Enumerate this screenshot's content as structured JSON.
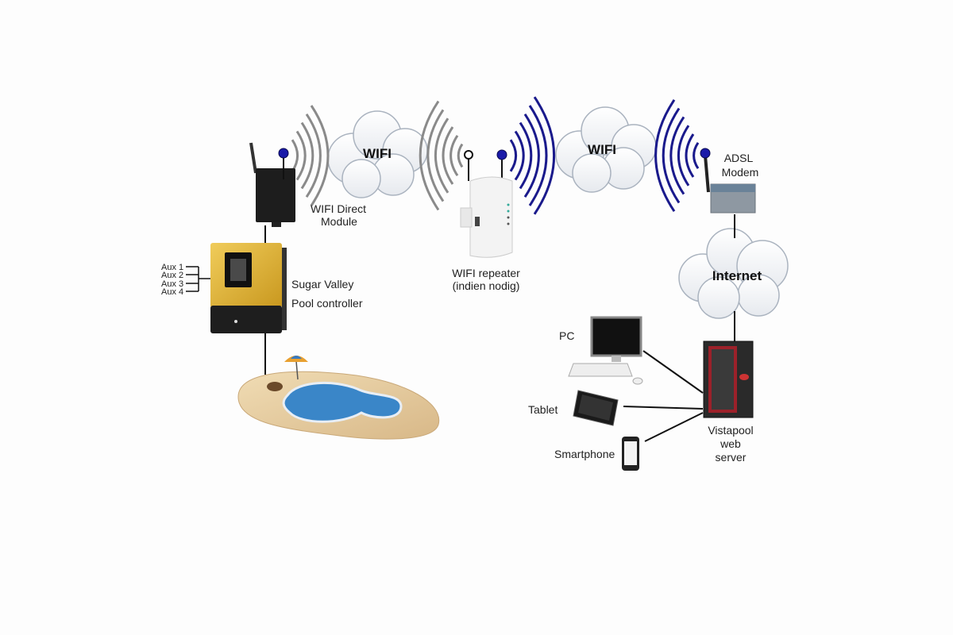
{
  "title": "Sugar Valley Vistapool network diagram",
  "clouds": {
    "wifi_left": "WIFI",
    "wifi_right": "WIFI",
    "internet": "Internet"
  },
  "devices": {
    "wifi_module": {
      "line1": "WIFI Direct",
      "line2": "Module"
    },
    "controller": {
      "line1": "Sugar Valley",
      "line2": "Pool controller"
    },
    "aux": [
      "Aux 1",
      "Aux 2",
      "Aux 3",
      "Aux 4"
    ],
    "repeater": {
      "line1": "WIFI repeater",
      "line2": "(indien nodig)"
    },
    "modem": {
      "line1": "ADSL",
      "line2": "Modem"
    },
    "server": {
      "line1": "Vistapool",
      "line2": "web",
      "line3": "server"
    },
    "pc": "PC",
    "tablet": "Tablet",
    "smartphone": "Smartphone"
  },
  "colors": {
    "signal_gray": "#8a8a8a",
    "signal_blue": "#1a1a8c",
    "controller_yellow": "#e2b53a",
    "server_red": "#b0202a",
    "pool_blue": "#3a86c8"
  }
}
